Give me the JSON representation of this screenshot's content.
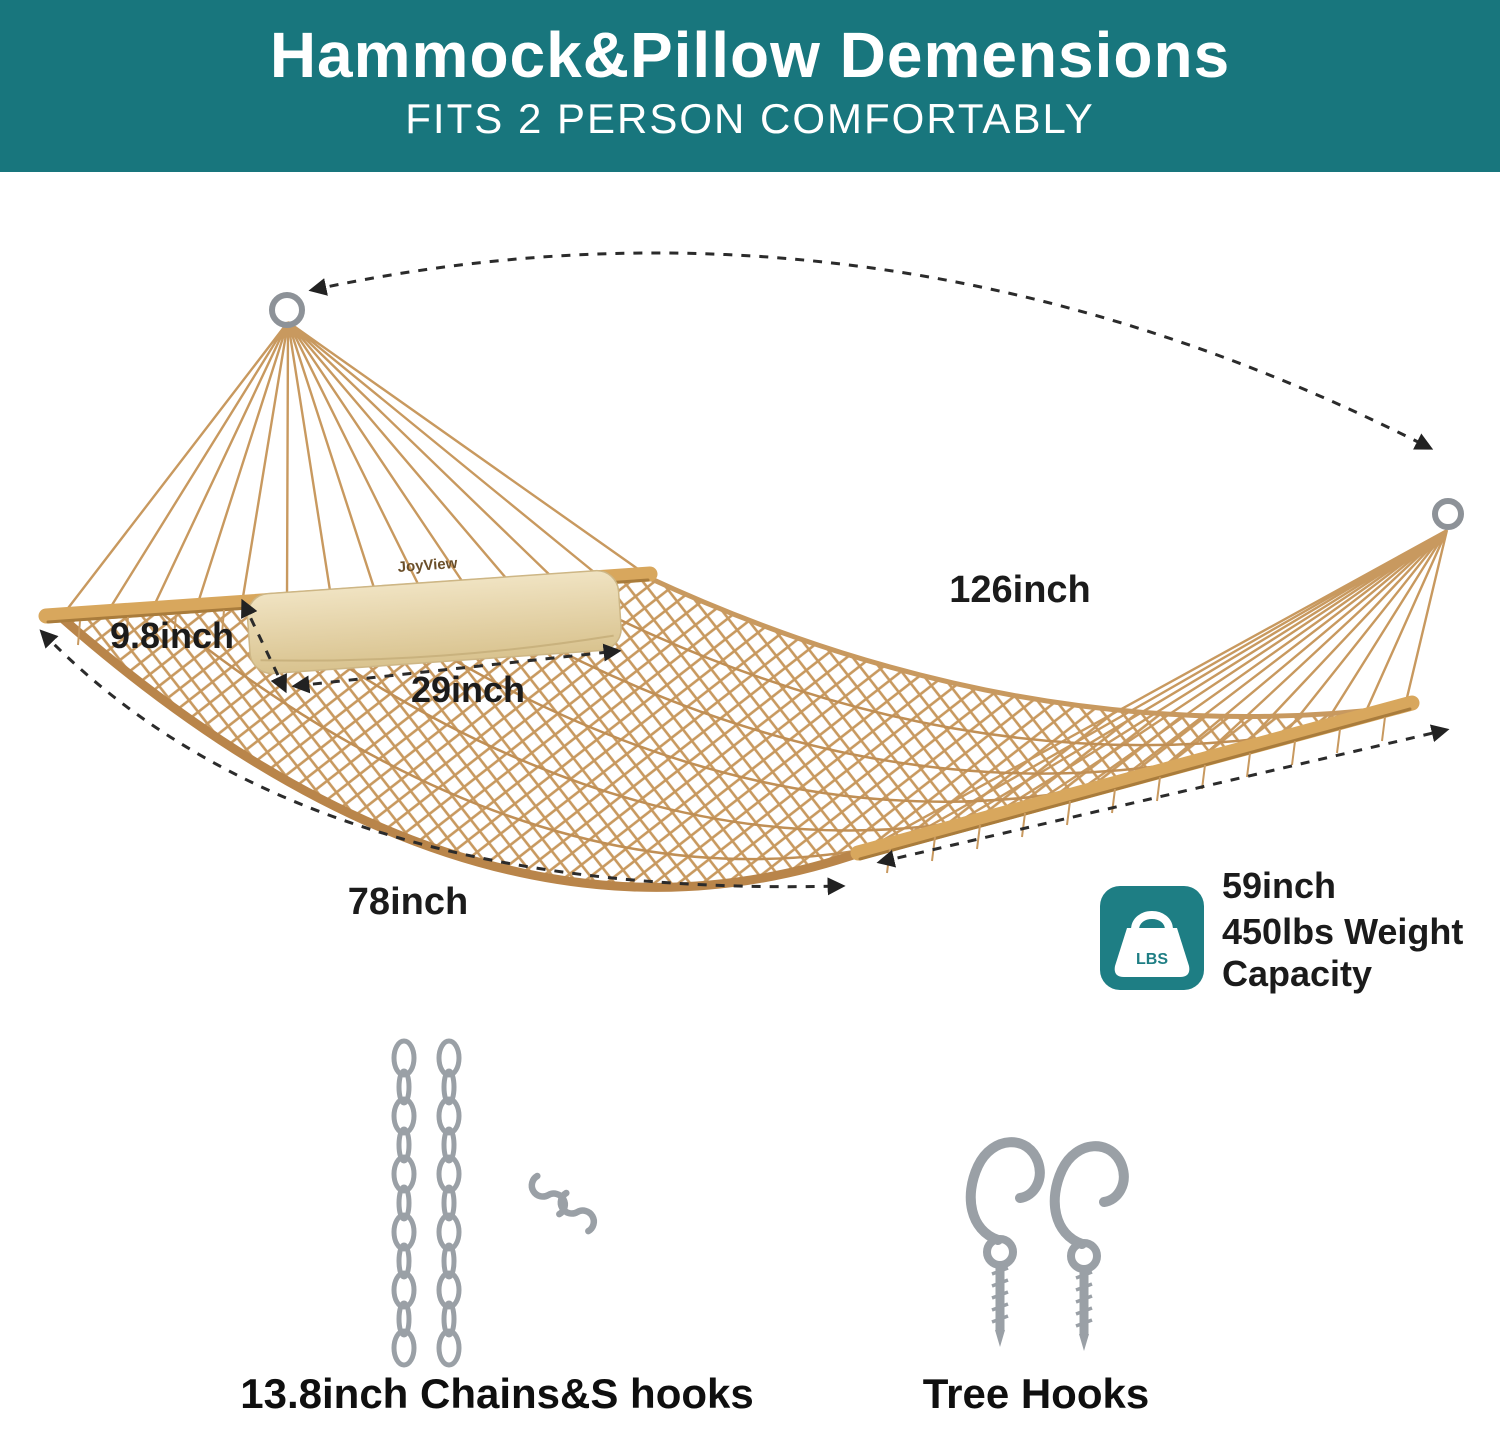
{
  "header": {
    "title": "Hammock&Pillow Demensions",
    "subtitle": "FITS 2 PERSON COMFORTABLY"
  },
  "brand_label": "JoyView",
  "dimensions": {
    "overall_length": "126inch",
    "pillow_thickness": "9.8inch",
    "pillow_width": "29inch",
    "bed_length": "78inch",
    "bed_width": "59inch"
  },
  "weight_capacity": {
    "icon_label": "LBS",
    "line1": "450lbs Weight",
    "line2": "Capacity"
  },
  "accessories": {
    "chains_label": "13.8inch Chains&S hooks",
    "tree_hooks_label": "Tree Hooks"
  },
  "colors": {
    "header_bg": "#18767d",
    "rope": "#c8995f",
    "wood": "#d8a75d",
    "pillow": "#ead9b0",
    "metal": "#9aa0a6",
    "icon_bg": "#1e7e84",
    "text": "#1b1b1b"
  }
}
